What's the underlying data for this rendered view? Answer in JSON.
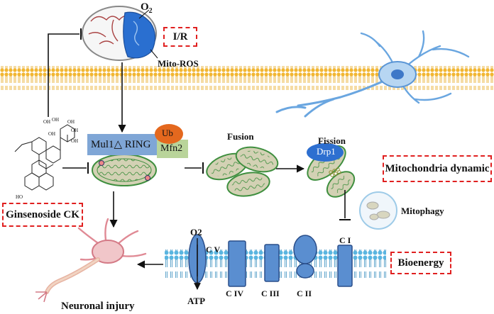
{
  "diagram": {
    "labels": {
      "oxygen": "O",
      "oxygen_sub": "2",
      "ir": "I/R",
      "mito_ros": "Mito-ROS",
      "mul1": "Mul1△ RING",
      "ub": "Ub",
      "mfn2": "Mfn2",
      "fusion": "Fusion",
      "fission": "Fission",
      "drp1": "Drp1",
      "mito_dynamic": "Mitochondria dynamic",
      "mitophagy": "Mitophagy",
      "ginsenoside": "Ginsenoside CK",
      "bioenergy": "Bioenergy",
      "o2": "O2",
      "atp": "ATP",
      "cv": "C V",
      "civ": "C IV",
      "ciii": "C III",
      "cii": "C II",
      "ci": "C I",
      "neuronal_injury": "Neuronal injury",
      "oh_a": "OH",
      "oh_b": "OH",
      "oh_c": "OH",
      "oh_d": "OH",
      "oh_e": "OH",
      "oh_f": "OH",
      "ho": "HO"
    },
    "colors": {
      "membrane": "#f2b632",
      "bilayer_blue": "#5ab5e0",
      "mito_fill": "#d3d1b4",
      "mito_edge": "#3f8f3f",
      "mul1_box": "#7fa6d6",
      "mfn2_box": "#b9d49a",
      "ub": "#e4681e",
      "drp1": "#2d6fd0",
      "complex": "#5a8ed0",
      "dashed_box": "#e02020",
      "neuron_pink": "#f1c6c9",
      "neuron_blue": "#6aa6e0"
    }
  }
}
